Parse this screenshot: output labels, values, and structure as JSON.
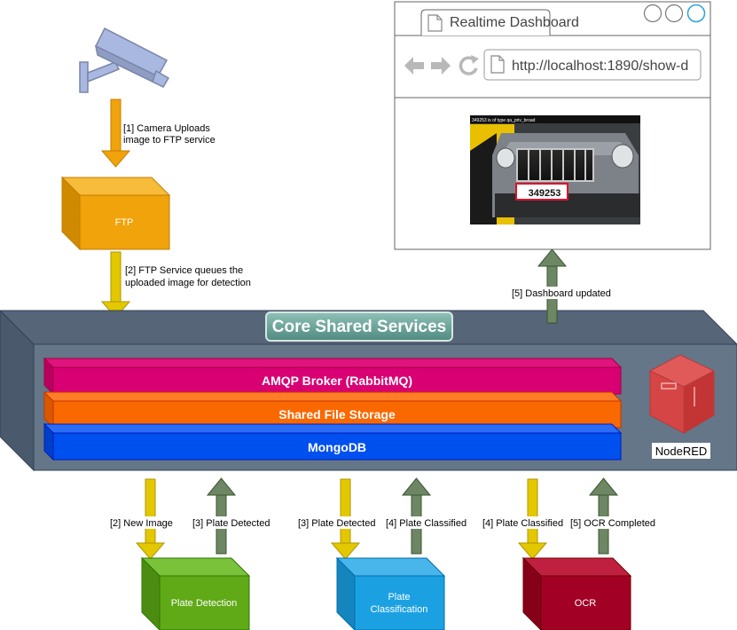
{
  "camera": {
    "icon": "security-camera-icon"
  },
  "steps": {
    "s1": [
      "[1] Camera Uploads",
      "image to FTP service"
    ],
    "s2": [
      "[2] FTP Service queues the",
      "uploaded image for detection"
    ],
    "s5": "[5] Dashboard updated",
    "new_image": "[2] New Image",
    "plate_detected_up": "[3] Plate Detected",
    "plate_detected_down": "[3] Plate Detected",
    "plate_classified_up": "[4] Plate Classified",
    "plate_classified_down": "[4] Plate Classified",
    "ocr_completed": "[5] OCR Completed"
  },
  "ftp": {
    "label": "FTP"
  },
  "core": {
    "title": "Core Shared Services",
    "amqp": "AMQP Broker (RabbitMQ)",
    "storage": "Shared File Storage",
    "mongo": "MongoDB",
    "nodered": "NodeRED"
  },
  "services": {
    "plate_detection": "Plate Detection",
    "plate_classification": [
      "Plate",
      "Classification"
    ],
    "ocr": "OCR"
  },
  "browser": {
    "tab_title": "Realtime Dashboard",
    "url": "http://localhost:1890/show-d",
    "screenshot_caption": "349253 is of type qa_priv_broad",
    "plate_number": "349253"
  },
  "colors": {
    "orange": "#f0a30a",
    "yellow": "#e3c800",
    "green_arrow": "#6d8764",
    "core": "#647687",
    "amqp": "#d80073",
    "storage": "#fa6800",
    "mongo": "#0050ef",
    "plate_detection": "#60a917",
    "plate_classification": "#1ba1e2",
    "ocr": "#a20025"
  }
}
